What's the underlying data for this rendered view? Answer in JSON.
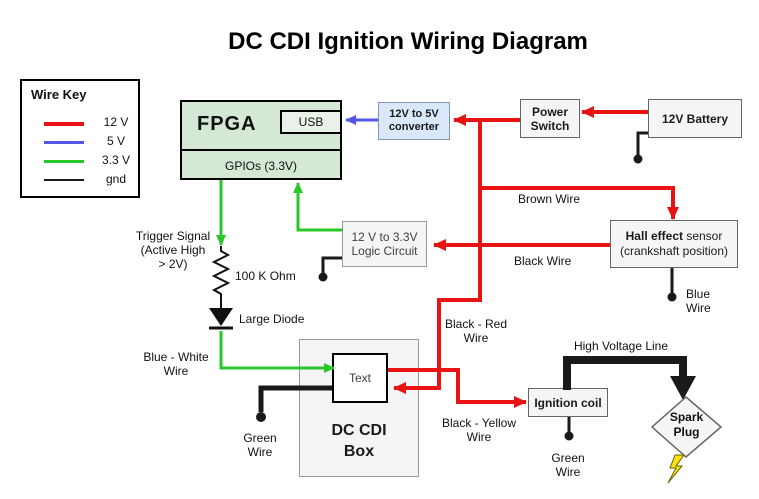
{
  "title": "DC CDI Ignition Wiring Diagram",
  "colors": {
    "wire_12v": "#e81414",
    "wire_5v": "#5656e8",
    "wire_3v3": "#28c828",
    "wire_gnd": "#1a1a1a",
    "fpga_fill": "#d5e8d4",
    "converter_fill": "#dae8fc",
    "node_fill": "#f5f5f5",
    "spark_bolt": "#ffe014"
  },
  "wire_key": {
    "title": "Wire Key",
    "items": [
      {
        "label": "12 V",
        "color": "#e81414"
      },
      {
        "label": "5 V",
        "color": "#5656e8"
      },
      {
        "label": "3.3 V",
        "color": "#28c828"
      },
      {
        "label": "gnd",
        "color": "#1a1a1a"
      }
    ]
  },
  "blocks": {
    "fpga": {
      "label": "FPGA",
      "usb": "USB",
      "gpios": "GPIOs (3.3V)"
    },
    "converter": {
      "line1": "12V to 5V",
      "line2": "converter"
    },
    "power_switch": {
      "line1": "Power",
      "line2": "Switch"
    },
    "battery": {
      "label": "12V Battery"
    },
    "hall_sensor": {
      "bold": "Hall effect",
      "rest": " sensor",
      "line2": "(crankshaft position)"
    },
    "logic": {
      "line1": "12 V to 3.3V",
      "line2": "Logic Circuit"
    },
    "cdi_box": {
      "line1": "DC CDI",
      "line2": "Box",
      "inner": "Text"
    },
    "ignition_coil": {
      "label": "Ignition coil"
    },
    "spark_plug": {
      "line1": "Spark",
      "line2": "Plug"
    }
  },
  "wire_labels": {
    "trigger": [
      "Trigger Signal",
      "(Active High",
      "> 2V)"
    ],
    "resistor": "100 K Ohm",
    "diode": "Large Diode",
    "blue_white": [
      "Blue - White",
      "Wire"
    ],
    "green_left": [
      "Green",
      "Wire"
    ],
    "brown": "Brown Wire",
    "black": "Black Wire",
    "black_red": [
      "Black - Red",
      "Wire"
    ],
    "black_yellow": [
      "Black - Yellow",
      "Wire"
    ],
    "high_voltage": "High Voltage Line",
    "blue": [
      "Blue",
      "Wire"
    ],
    "green_coil": [
      "Green",
      "Wire"
    ]
  }
}
